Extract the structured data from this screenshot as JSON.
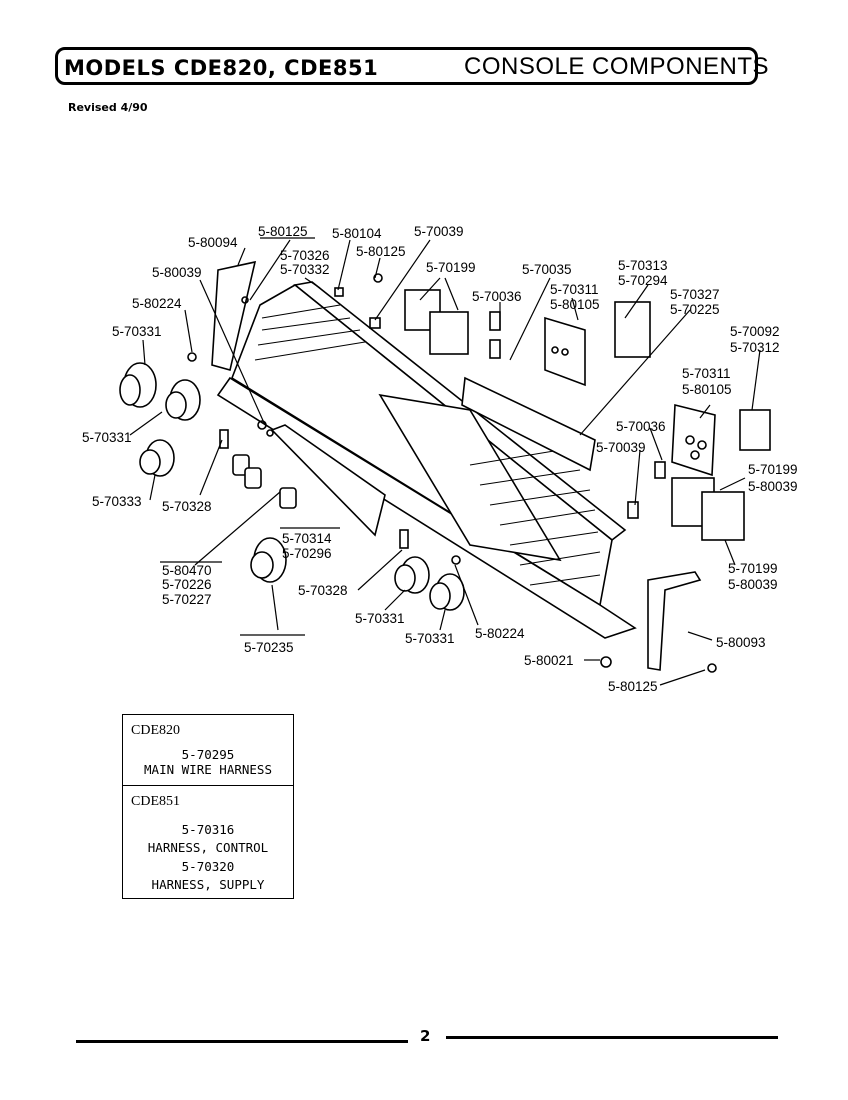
{
  "header": {
    "models_title": "MODELS CDE820, CDE851",
    "section_title": "CONSOLE COMPONENTS",
    "revised": "Revised 4/90"
  },
  "part_labels": [
    "5-80094",
    "5-80125",
    "5-80104",
    "5-70039",
    "5-70326",
    "5-70332",
    "5-80125",
    "5-80039",
    "5-70199",
    "5-70035",
    "5-70313",
    "5-70294",
    "5-80224",
    "5-70036",
    "5-70311",
    "5-80105",
    "5-70327",
    "5-70225",
    "5-70331",
    "5-70092",
    "5-70312",
    "5-70311",
    "5-80105",
    "5-70331",
    "5-70036",
    "5-70039",
    "5-70199",
    "5-80039",
    "5-70333",
    "5-70328",
    "5-70314",
    "5-70296",
    "5-80470",
    "5-70226",
    "5-70227",
    "5-70328",
    "5-70199",
    "5-80039",
    "5-70331",
    "5-70331",
    "5-80224",
    "5-80093",
    "5-70235",
    "5-80021",
    "5-80125"
  ],
  "harness_boxes": [
    {
      "model": "CDE820",
      "lines": [
        "5-70295",
        "MAIN WIRE HARNESS"
      ]
    },
    {
      "model": "CDE851",
      "lines": [
        "5-70316",
        "HARNESS, CONTROL",
        "5-70320",
        "HARNESS, SUPPLY"
      ]
    }
  ],
  "footer": {
    "page_number": "2"
  }
}
